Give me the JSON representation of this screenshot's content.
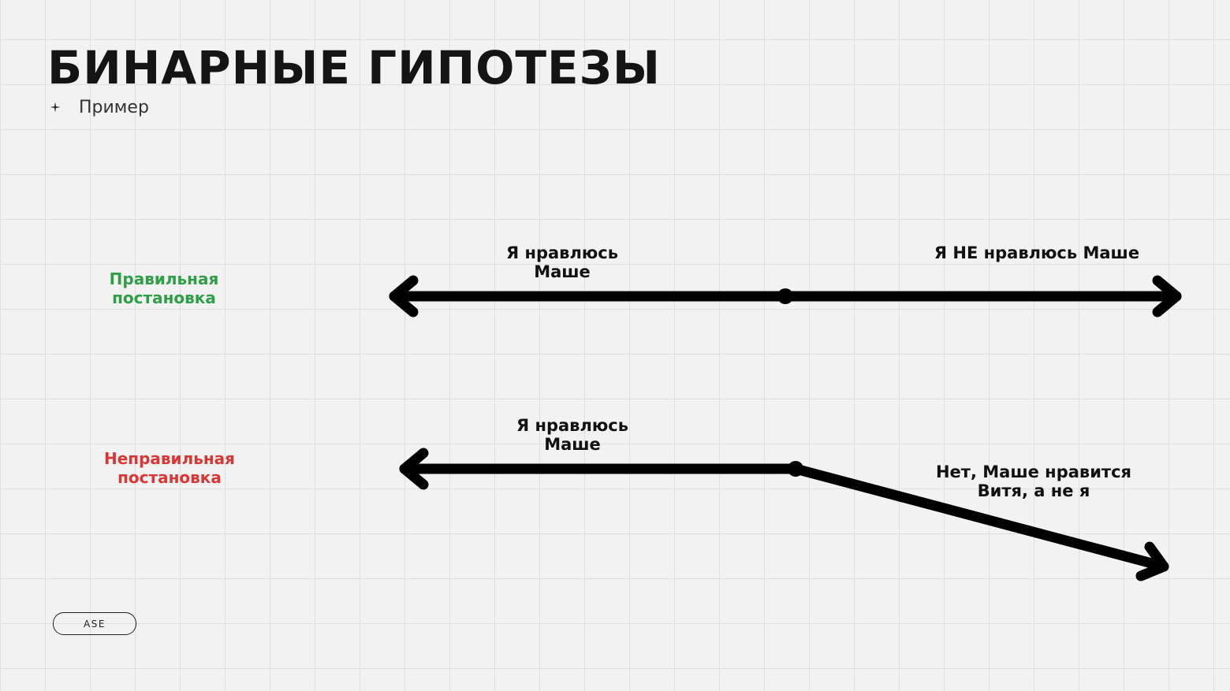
{
  "slide": {
    "title": "БИНАРНЫЕ ГИПОТЕЗЫ",
    "subtitle": "Пример",
    "badge": "ASE"
  },
  "rows": {
    "correct": {
      "label_line1": "Правильная",
      "label_line2": "постановка",
      "color": "#2e9f47",
      "left_text_line1": "Я нравлюсь",
      "left_text_line2": "Маше",
      "right_text": "Я НЕ нравлюсь Маше"
    },
    "wrong": {
      "label_line1": "Неправильная",
      "label_line2": "постановка",
      "color": "#d93636",
      "left_text_line1": "Я нравлюсь",
      "left_text_line2": "Маше",
      "right_text_line1": "Нет, Маше нравится",
      "right_text_line2": "Витя, а не я"
    }
  },
  "icons": {
    "bullet": "star-icon"
  }
}
